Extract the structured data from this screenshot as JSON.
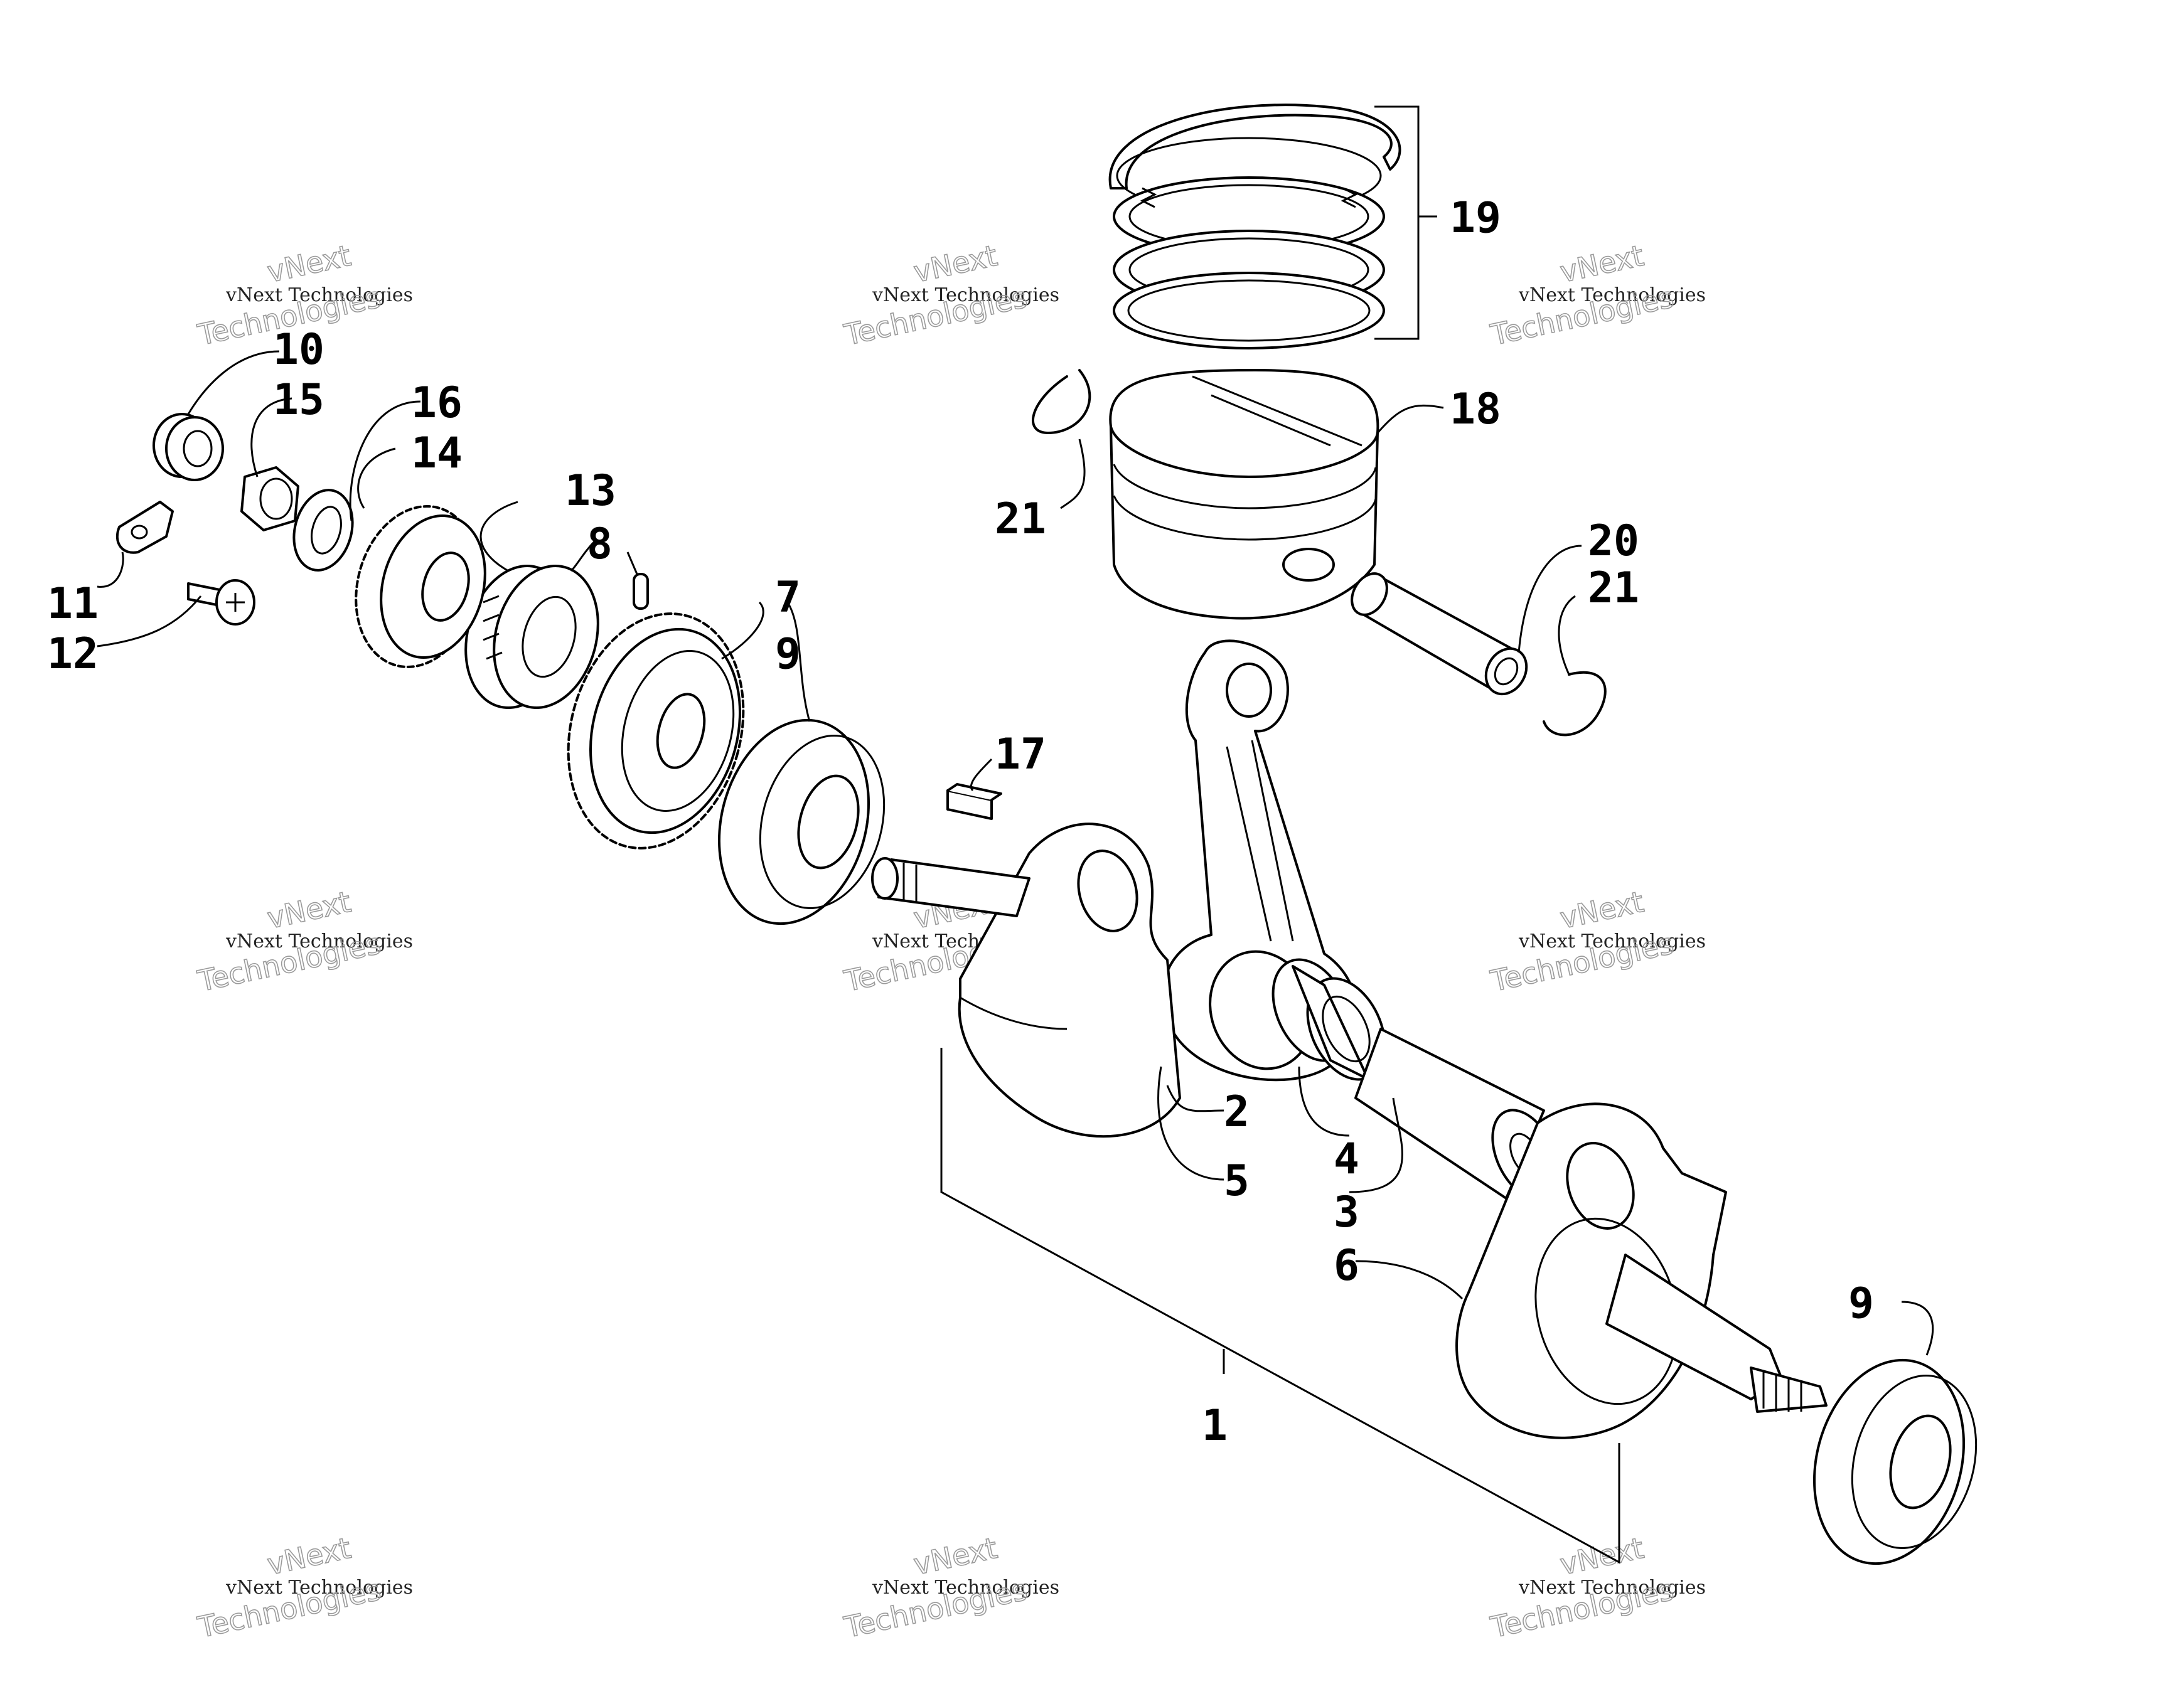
{
  "watermark": {
    "line1": "vNext",
    "line2": "vNext Technologies",
    "line3": "Technologies"
  },
  "callouts": {
    "c1": "1",
    "c2": "2",
    "c3": "3",
    "c4": "4",
    "c5": "5",
    "c6": "6",
    "c7": "7",
    "c8": "8",
    "c9a": "9",
    "c9b": "9",
    "c10": "10",
    "c11": "11",
    "c12": "12",
    "c13": "13",
    "c14": "14",
    "c15": "15",
    "c16": "16",
    "c17": "17",
    "c18": "18",
    "c19": "19",
    "c20": "20",
    "c21a": "21",
    "c21b": "21"
  }
}
